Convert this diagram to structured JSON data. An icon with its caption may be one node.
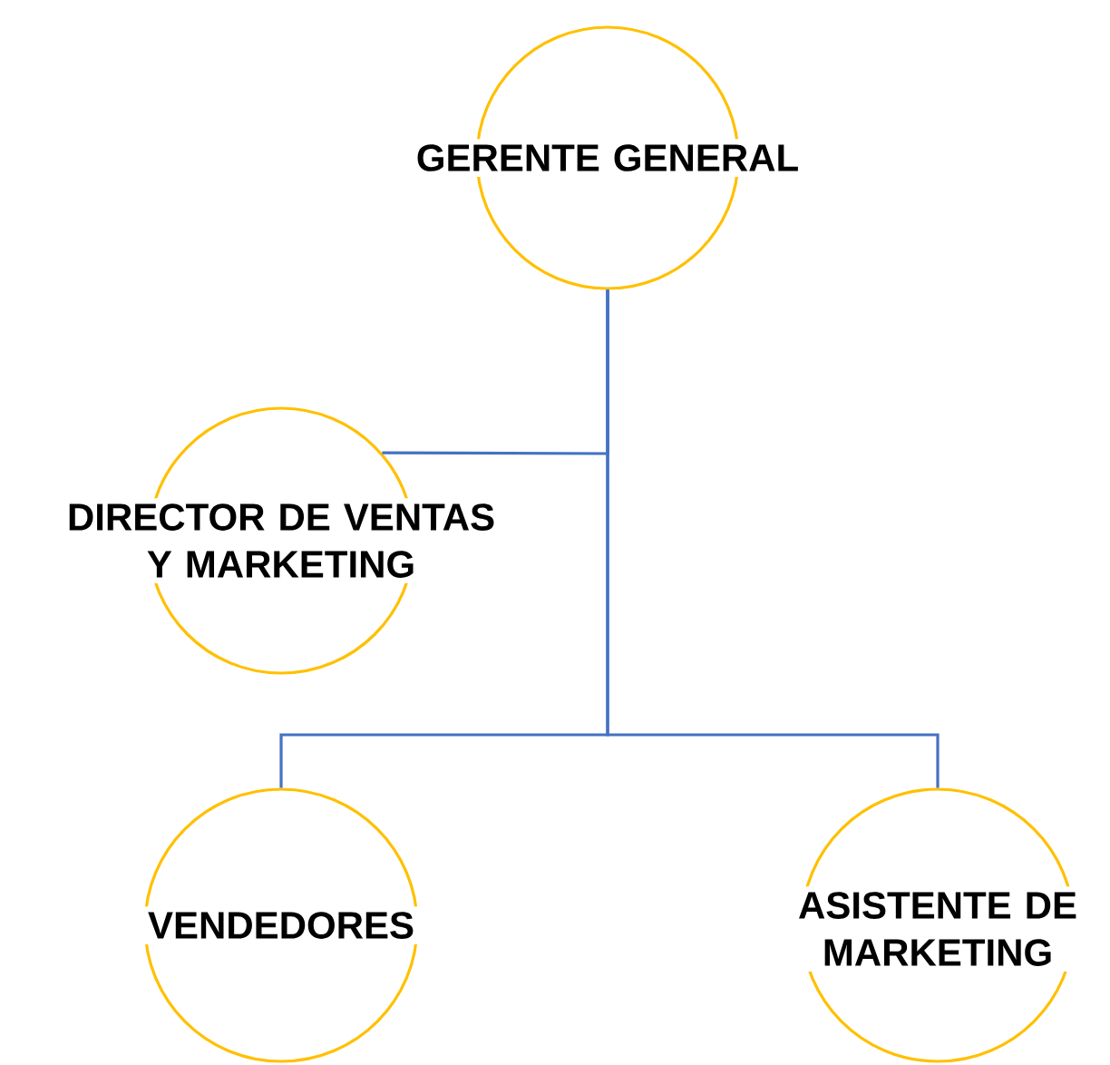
{
  "diagram": {
    "nodes": [
      {
        "text": [
          "GERENTE GENERAL"
        ]
      },
      {
        "text": [
          "DIRECTOR DE VENTAS Y MARKETING"
        ]
      },
      {
        "text": [
          "VENDEDORES"
        ]
      },
      {
        "text": [
          "ASISTENTE DE MARKETING"
        ]
      }
    ],
    "edges": [
      {
        "from": 0,
        "to": 1,
        "arrow": "none"
      },
      {
        "from": 0,
        "to": 2,
        "arrow": "none"
      },
      {
        "from": 0,
        "to": 3,
        "arrow": "none"
      }
    ]
  }
}
